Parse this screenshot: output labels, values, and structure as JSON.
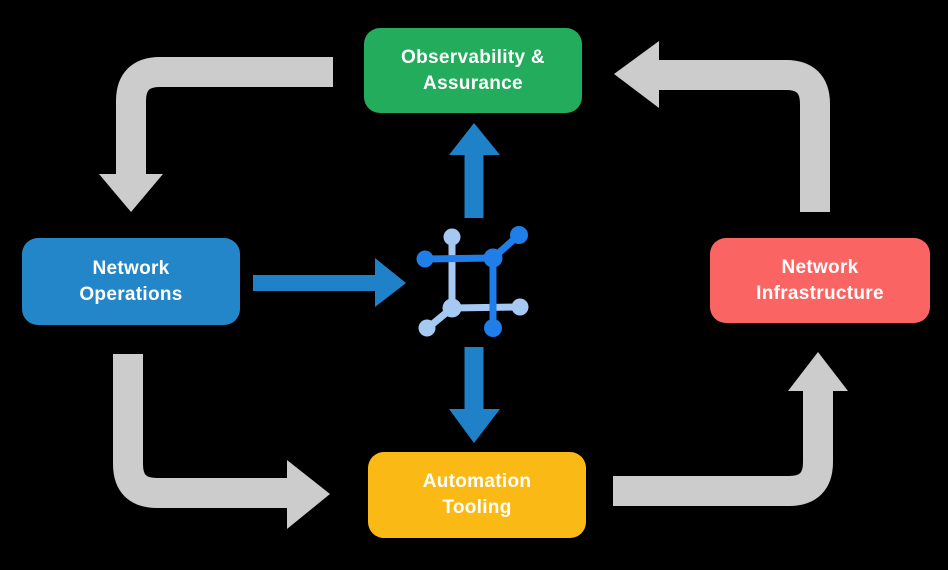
{
  "diagram": {
    "type": "cycle-diagram",
    "background_color": "#000000",
    "nodes": {
      "observability": {
        "label": "Observability &\nAssurance",
        "color": "#22AC5B",
        "position": "top"
      },
      "operations": {
        "label": "Network\nOperations",
        "color": "#2386C8",
        "position": "left"
      },
      "infrastructure": {
        "label": "Network\nInfrastructure",
        "color": "#FA6563",
        "position": "right"
      },
      "automation": {
        "label": "Automation\nTooling",
        "color": "#FBB916",
        "position": "bottom"
      }
    },
    "center_icon": {
      "name": "network-mesh-icon",
      "color_dark": "#1F7EE8",
      "color_light": "#A6C9F4"
    },
    "cycle_arrows": {
      "color": "#CCCCCC",
      "flows": [
        "observability → operations",
        "operations → automation",
        "automation → infrastructure",
        "infrastructure → observability"
      ]
    },
    "center_arrows": {
      "color": "#1F82C8",
      "flows": [
        "operations → center-icon",
        "center-icon → observability",
        "center-icon → automation"
      ]
    },
    "text_color": "#FFFFFF"
  }
}
